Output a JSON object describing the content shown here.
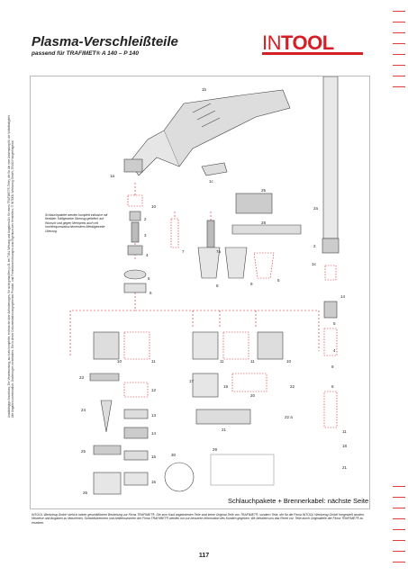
{
  "header": {
    "title": "Plasma-Verschleißteile",
    "subtitle": "passend für TRAFIMET® A 140 – P 140",
    "logo_light": "IN",
    "logo_bold": "TOOL"
  },
  "side_text": {
    "line1": "Unabhängige Anschluss, Die Verantwortung, auch als komplette, technische über Anforderungen, für nicht gekauften (z.B. bei TVAL Wirkung und Angaben Art. für einen TRAFIMET®-Teile), die für die eine Anwendung für die Vollständigkeit.",
    "line2": "Alle Angaben unverbindlich. Änderungen vorbehalten. Die in dieser Dokumentation angegebenen Produkt- und Firmenbezeichnungen sind Eigentum des Herstellers. © INTOOL Werkzeug GmbH, 53140 Holzgerlingen/d"
  },
  "note": {
    "text": "Schlauchpakete werden komplett inklusive mit flexiblen Trafigewebe Überzug geliefert; auf Wunsch und gegen Mehrpreis auch mit hochfrequenzabschirmendem Metallgewebe Überzug."
  },
  "part_labels": {
    "p1a": "1a",
    "p1b": "1b",
    "p1c": "1c",
    "p2": "2",
    "p2a": "2a",
    "p3": "3",
    "p4": "4",
    "p5": "5",
    "p6": "6",
    "p7": "7",
    "p7a": "7a",
    "p8": "8",
    "p9": "9",
    "p10": "10",
    "p11": "11",
    "p12": "12",
    "p13": "13",
    "p14": "14",
    "p15": "15",
    "p16": "16",
    "p17": "17",
    "p19": "19",
    "p20": "20",
    "p21": "21",
    "p22": "22",
    "p22a": "22 a",
    "p23": "23",
    "p24": "24",
    "p25": "25",
    "p26": "26",
    "p28": "28",
    "p29": "29",
    "p30": "30",
    "p1s": "1s",
    "p18": "18"
  },
  "footer": {
    "next_page_label": "Schlauchpakete + Brennerkabel: nächste Seite",
    "disclaimer": "INTOOL Werkzeug GmbH steht in keiner geschäftlichen Beziehung zur Firma TRAFIMET®. Die zum Kauf angebotenen Teile sind keine Original-Teile von TRAFIMET®, sondern Teile, die für die Firma INTOOL Werkzeug GmbH hergestellt wurden. Hinweise und Angaben zu Maschinen, Schweißbrennern und Artikelnummern der Firma TRAFIMET® werden nur zur besseren Information des Kunden gegeben. Wir behalten uns das Recht vor, Teile durch Originalteile der Firma TRAFIMET® zu ersetzen.",
    "page_number": "117"
  },
  "colors": {
    "accent": "#d41f26",
    "marks": "#e03a3a",
    "parts": "#555555"
  }
}
